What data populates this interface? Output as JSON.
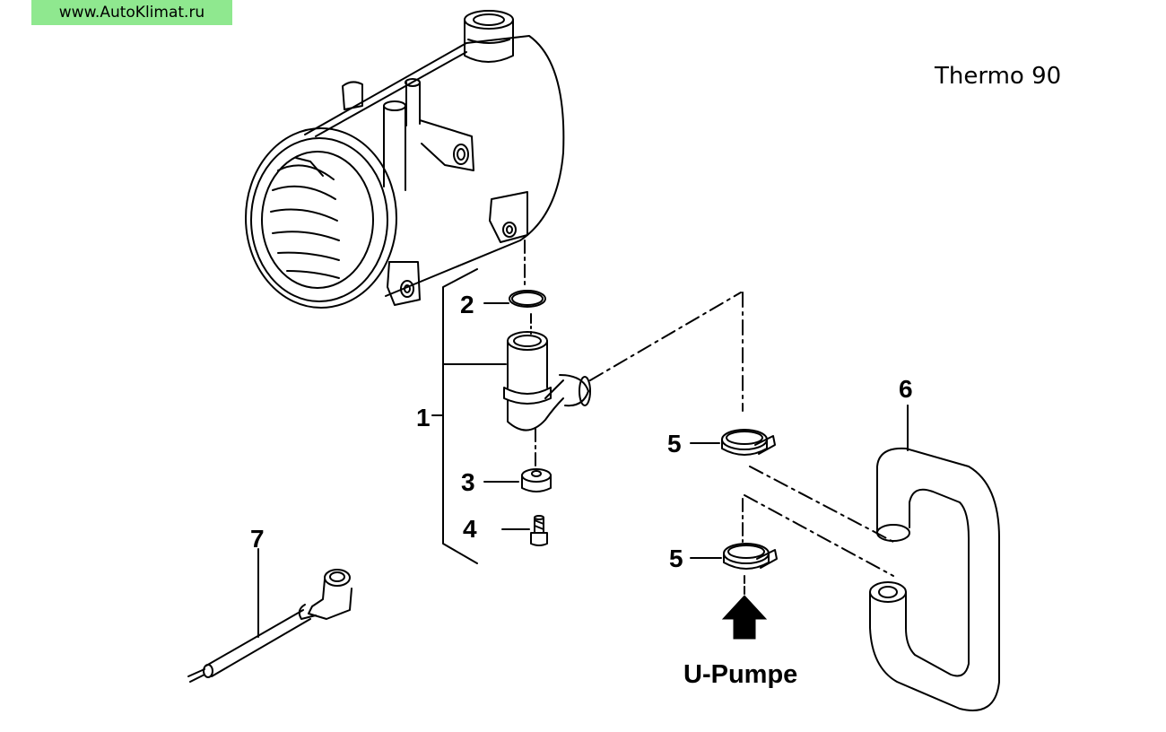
{
  "watermark": "www.AutoKlimat.ru",
  "model_title": "Thermo 90",
  "callouts": {
    "c1": "1",
    "c2": "2",
    "c3": "3",
    "c4": "4",
    "c5a": "5",
    "c5b": "5",
    "c6": "6",
    "c7": "7"
  },
  "pump_label": "U-Pumpe",
  "colors": {
    "watermark_bg": "#8fe88f",
    "line": "#000000"
  }
}
